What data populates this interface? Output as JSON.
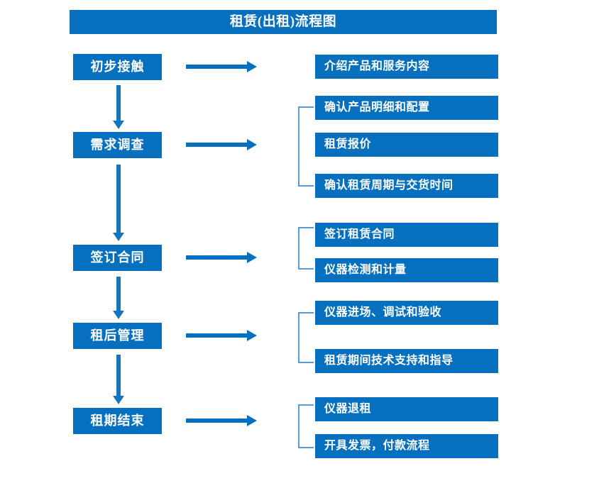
{
  "diagram": {
    "title": "租赁(出租)流程图",
    "colors": {
      "box_fill": "#0670bf",
      "box_text": "#ffffff",
      "arrow": "#0670bf",
      "bracket": "#5a9bd5",
      "background": "#ffffff"
    },
    "stages": [
      {
        "id": "stage-1",
        "label": "初步接触"
      },
      {
        "id": "stage-2",
        "label": "需求调查"
      },
      {
        "id": "stage-3",
        "label": "签订合同"
      },
      {
        "id": "stage-4",
        "label": "租后管理"
      },
      {
        "id": "stage-5",
        "label": "租期结束"
      }
    ],
    "details": [
      {
        "id": "detail-1-1",
        "label": "介绍产品和服务内容"
      },
      {
        "id": "detail-2-1",
        "label": "确认产品明细和配置"
      },
      {
        "id": "detail-2-2",
        "label": "租赁报价"
      },
      {
        "id": "detail-2-3",
        "label": "确认租赁周期与交货时间"
      },
      {
        "id": "detail-3-1",
        "label": "签订租赁合同"
      },
      {
        "id": "detail-3-2",
        "label": "仪器检测和计量"
      },
      {
        "id": "detail-4-1",
        "label": "仪器进场、调试和验收"
      },
      {
        "id": "detail-4-2",
        "label": "租赁期间技术支持和指导"
      },
      {
        "id": "detail-5-1",
        "label": "仪器退租"
      },
      {
        "id": "detail-5-2",
        "label": "开具发票，付款流程"
      }
    ],
    "connectors": {
      "stage_to_detail_arrow": "right-arrow-icon",
      "stage_to_stage_arrow": "down-arrow-icon",
      "group_bracket": "group-bracket-icon"
    }
  }
}
